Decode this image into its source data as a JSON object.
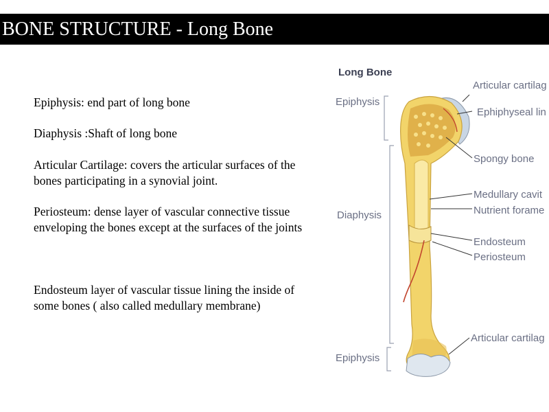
{
  "slide": {
    "title": "BONE STRUCTURE - Long Bone",
    "paragraphs": [
      "Epiphysis: end part of long bone",
      "Diaphysis :Shaft of long bone",
      "Articular Cartilage: covers the articular surfaces of the bones participating in a synovial joint.",
      "Periosteum: dense layer of vascular connective tissue enveloping the bones except at the surfaces of the joints",
      "Endosteum layer of vascular tissue lining the inside of some bones ( also called medullary membrane)"
    ]
  },
  "diagram": {
    "title": "Long Bone",
    "left_labels": {
      "epiphysis_top": "Epiphysis",
      "diaphysis": "Diaphysis",
      "epiphysis_bottom": "Epiphysis"
    },
    "right_labels": {
      "articular_top": "Articular cartilag",
      "epiphyseal_line": "Ephiphyseal lin",
      "spongy_bone": "Spongy bone",
      "medullary_cavity": "Medullary cavit",
      "nutrient_foramen": "Nutrient forame",
      "endosteum": "Endosteum",
      "periosteum": "Periosteum",
      "articular_bottom": "Articular cartilag"
    },
    "colors": {
      "bone": "#f2d46a",
      "bone_light": "#faeaa6",
      "spongy": "#d9a640",
      "cartilage": "#c9d6e4",
      "vessel": "#c2452e",
      "label": "#6a6f84"
    }
  }
}
